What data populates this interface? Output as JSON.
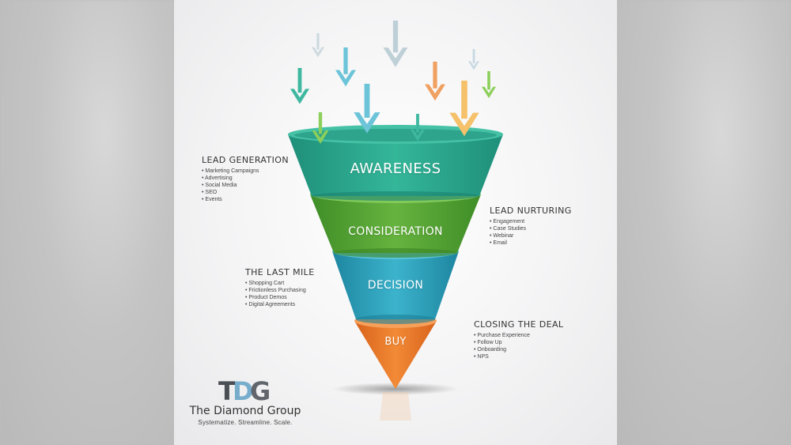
{
  "stages": [
    {
      "label": "AWARENESS",
      "color": "#2aa88e"
    },
    {
      "label": "CONSIDERATION",
      "color": "#5aa93a"
    },
    {
      "label": "DECISION",
      "color": "#2da6be"
    },
    {
      "label": "BUY",
      "color": "#ec7a2a"
    }
  ],
  "notes": {
    "lead_generation": {
      "title": "LEAD GENERATION",
      "items": [
        "Marketing Campaigns",
        "Advertising",
        "Social Media",
        "SEO",
        "Events"
      ]
    },
    "lead_nurturing": {
      "title": "LEAD NURTURING",
      "items": [
        "Engagement",
        "Case Studies",
        "Webinar",
        "Email"
      ]
    },
    "last_mile": {
      "title": "THE LAST MILE",
      "items": [
        "Shopping Cart",
        "Frictionless Purchasing",
        "Product Demos",
        "Digital Agreements"
      ]
    },
    "closing": {
      "title": "CLOSING THE DEAL",
      "items": [
        "Purchase Experience",
        "Follow Up",
        "Onboarding",
        "NPS"
      ]
    }
  },
  "brand": {
    "logo_text": "TDG",
    "name": "The Diamond Group",
    "tagline": "Systematize. Streamline. Scale."
  },
  "colors": {
    "arrow_teal": "#3fb8a0",
    "arrow_blue": "#6cc4d8",
    "arrow_green": "#8ccf5a",
    "arrow_orange": "#f0a060",
    "arrow_yellow": "#f5c26b",
    "arrow_gray": "#b9ccd4"
  }
}
